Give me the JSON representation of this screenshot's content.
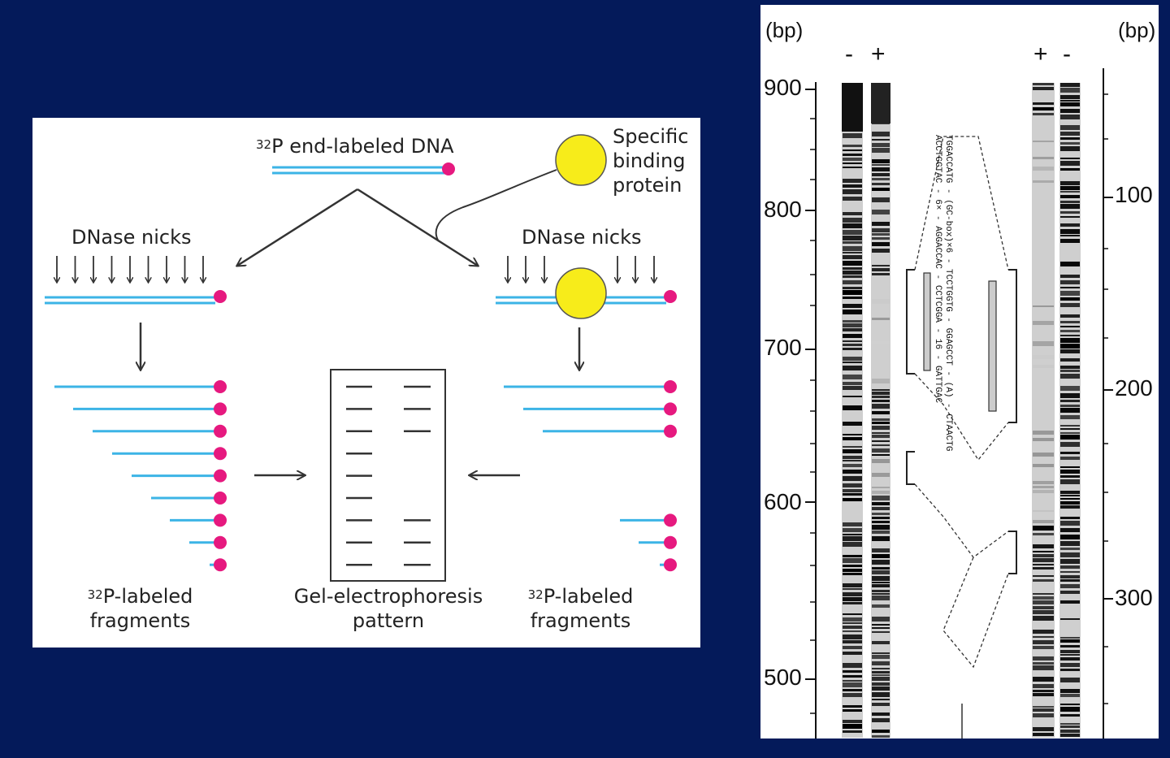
{
  "footprint": {
    "end_labeled_sup": "32",
    "end_labeled_text": "P end-labeled DNA",
    "binding_protein": [
      "Specific",
      "binding",
      "protein"
    ],
    "dnase_left": "DNase nicks",
    "dnase_right": "DNase nicks",
    "frag_left_sup": "32",
    "frag_left_line1": "P-labeled",
    "frag_left_line2": "fragments",
    "gel_line1": "Gel-electrophoresis",
    "gel_line2": "pattern",
    "frag_right_sup": "32",
    "frag_right_line1": "P-labeled",
    "frag_right_line2": "fragments",
    "colors": {
      "dna": "#3cb4e6",
      "label_dot": "#e6197f",
      "protein": "#f7ec1a",
      "background": "#041a5a"
    }
  },
  "gel": {
    "unit_left": "(bp)",
    "unit_right": "(bp)",
    "lanes_left": [
      "-",
      "+"
    ],
    "lanes_right": [
      "+",
      "-"
    ],
    "ticks_left": [
      "900",
      "800",
      "700",
      "600",
      "500"
    ],
    "ticks_right": [
      "100",
      "200",
      "300"
    ],
    "sequences": [
      "TGGACCATG - (GC-box)×6 - TCCTGGTG - GGAGCCT - (A) - CTAACTG",
      "ACCTGGTAC - 6× - AGGACCAC - CCTCGGA - 16 - GATTGAC"
    ]
  }
}
